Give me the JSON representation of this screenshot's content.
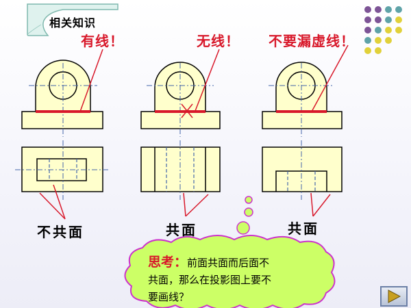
{
  "header": {
    "tag": "相关知识"
  },
  "titles": {
    "left": "有线！",
    "middle": "无线！",
    "right": "不要漏虚线！"
  },
  "labels": {
    "left": "不共面",
    "middle": "共面",
    "right": "共面"
  },
  "thought": {
    "head": "思考：",
    "body_line1": "前面共面而后面不",
    "body_line2": "共面，那么在投影图上要不",
    "body_line3": "要画线？"
  },
  "colors": {
    "drawing_fill": "#ffffcc",
    "highlight_red": "#d8182a",
    "dashed_blue": "#4466aa",
    "cloud_fill": "#ccff66",
    "cloud_stroke": "#cc33cc",
    "dot_purple": "#7d5496",
    "dot_teal": "#5fa3a8",
    "dot_yellow": "#e1d13a"
  },
  "icons": {
    "play": "play-triangle-icon"
  }
}
